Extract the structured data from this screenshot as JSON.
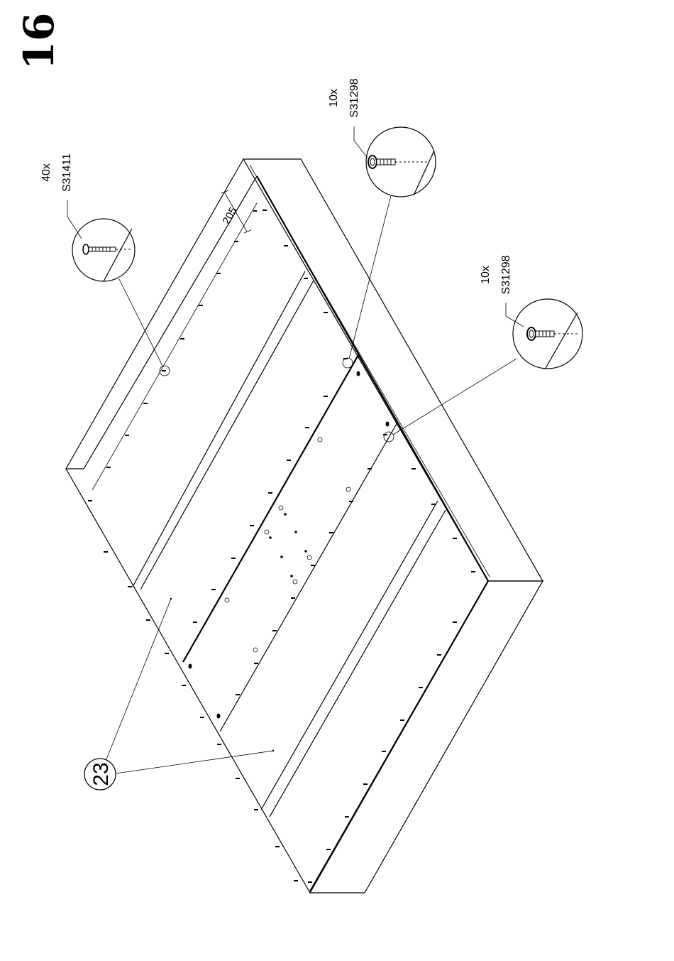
{
  "step": {
    "number": "16"
  },
  "callouts": [
    {
      "id": "callout-a",
      "qty": "40x",
      "code": "S31411"
    },
    {
      "id": "callout-b",
      "qty": "10x",
      "code": "S31298"
    },
    {
      "id": "callout-c",
      "qty": "10x",
      "code": "S31298"
    }
  ],
  "dimension": {
    "value": "205"
  },
  "part": {
    "number": "23"
  }
}
